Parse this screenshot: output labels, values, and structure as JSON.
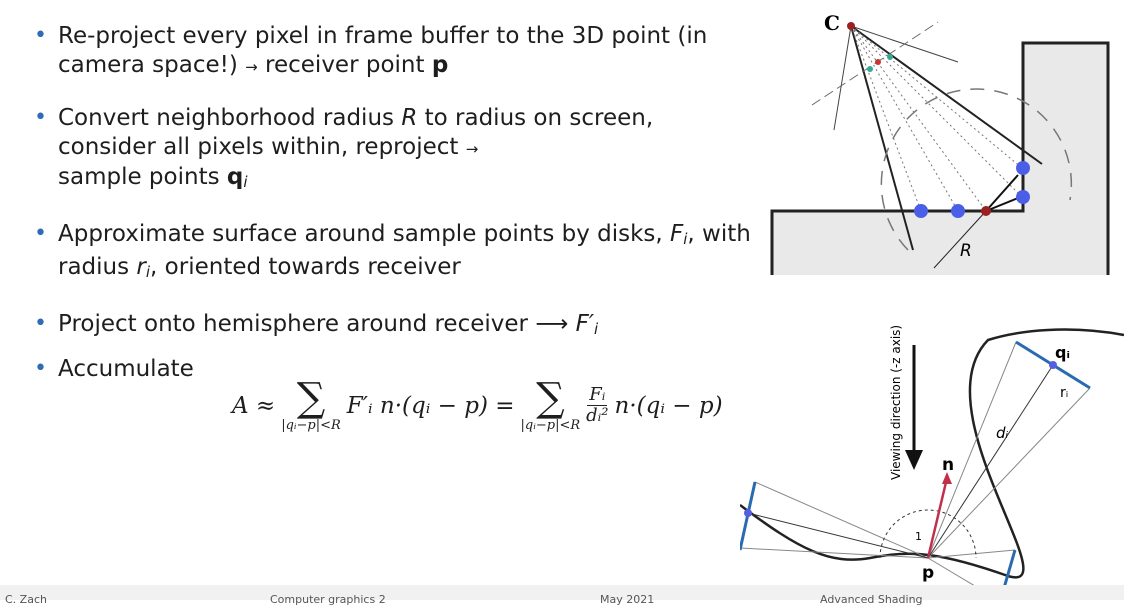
{
  "bullets": [
    {
      "pre": "Re-project every pixel in frame buffer to the 3D point (in camera space!) ",
      "arrow": "→",
      "post": " receiver point ",
      "sym": "p"
    },
    {
      "pre": "Convert neighborhood radius ",
      "R": "R",
      "mid": " to radius on screen, consider all pixels within, reproject ",
      "arrow": "→",
      "post": " sample points ",
      "sym": "q",
      "sub": "i"
    },
    {
      "pre": "Approximate surface around sample points by disks, ",
      "F": "F",
      "Fsub": "i",
      "mid": ", with radius ",
      "r": "r",
      "rsub": "i",
      "post": ", oriented towards receiver"
    },
    {
      "pre": "Project onto hemisphere around receiver ",
      "arrow": "⟶",
      "post": " F′",
      "sub": "i"
    },
    {
      "pre": "Accumulate"
    }
  ],
  "formula": {
    "lhs": "A ≈",
    "sigma": "∑",
    "limit": "|qᵢ−p|<R",
    "term1": "F′ᵢ n·(qᵢ − p) =",
    "frac_num": "Fᵢ",
    "frac_den": "dᵢ²",
    "term2": "n·(qᵢ − p)"
  },
  "figure_top": {
    "camera": "C",
    "radius": "R"
  },
  "figure_bottom": {
    "axis_label": "Viewing direction (-z axis)",
    "normal": "n",
    "point": "p",
    "sample": "qᵢ",
    "disk_radius": "rᵢ",
    "distance": "dᵢ",
    "unit": "1"
  },
  "footer": {
    "author": "C. Zach",
    "course": "Computer graphics 2",
    "date": "May 2021",
    "topic": "Advanced Shading"
  }
}
